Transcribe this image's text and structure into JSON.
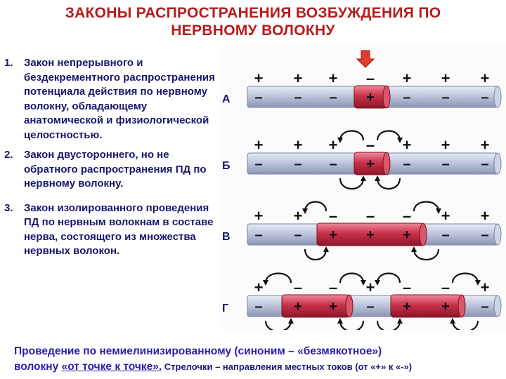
{
  "title": {
    "line1": "ЗАКОНЫ РАСПРОСТРАНЕНИЯ ВОЗБУЖДЕНИЯ ПО",
    "line2": "НЕРВНОМУ ВОЛОКНУ"
  },
  "laws": [
    {
      "num": "1.",
      "text": "Закон непрерывного и бездекрементного распространения потенциала действия по нервному волокну, обладающему анатомической и физиологической целостностью."
    },
    {
      "num": "2.",
      "text": "Закон двустороннего, но не обратного распространения ПД по нервному волокну."
    },
    {
      "num": "3.",
      "text": "Закон изолированного проведения ПД по нервным волокнам в составе нерва, состоящего из множества нервных волокон."
    }
  ],
  "figure": {
    "row_labels": [
      "А",
      "Б",
      "В",
      "Г"
    ],
    "plus": "+",
    "minus": "–",
    "colors": {
      "fiber": "#b7bfd6",
      "excited": "#c8324a",
      "stimulus": "#e03c2c",
      "arrow": "#111111"
    },
    "stimulus_icon": "down-arrow-icon",
    "rows": [
      {
        "excited_segments": [
          3
        ]
      },
      {
        "excited_segments": [
          3
        ]
      },
      {
        "excited_segments": [
          2,
          3,
          4
        ]
      },
      {
        "excited_segments": [
          1,
          2
        ],
        "excited_right": [
          4,
          5
        ]
      }
    ]
  },
  "footer": {
    "part1": "Проведение по немиелинизированному (синоним – «безмякотное»)",
    "part2": "волокну ",
    "underlined": "«от точке к точке».",
    "small": " Стрелочки – направления местных токов (от «+» к «-»)"
  }
}
